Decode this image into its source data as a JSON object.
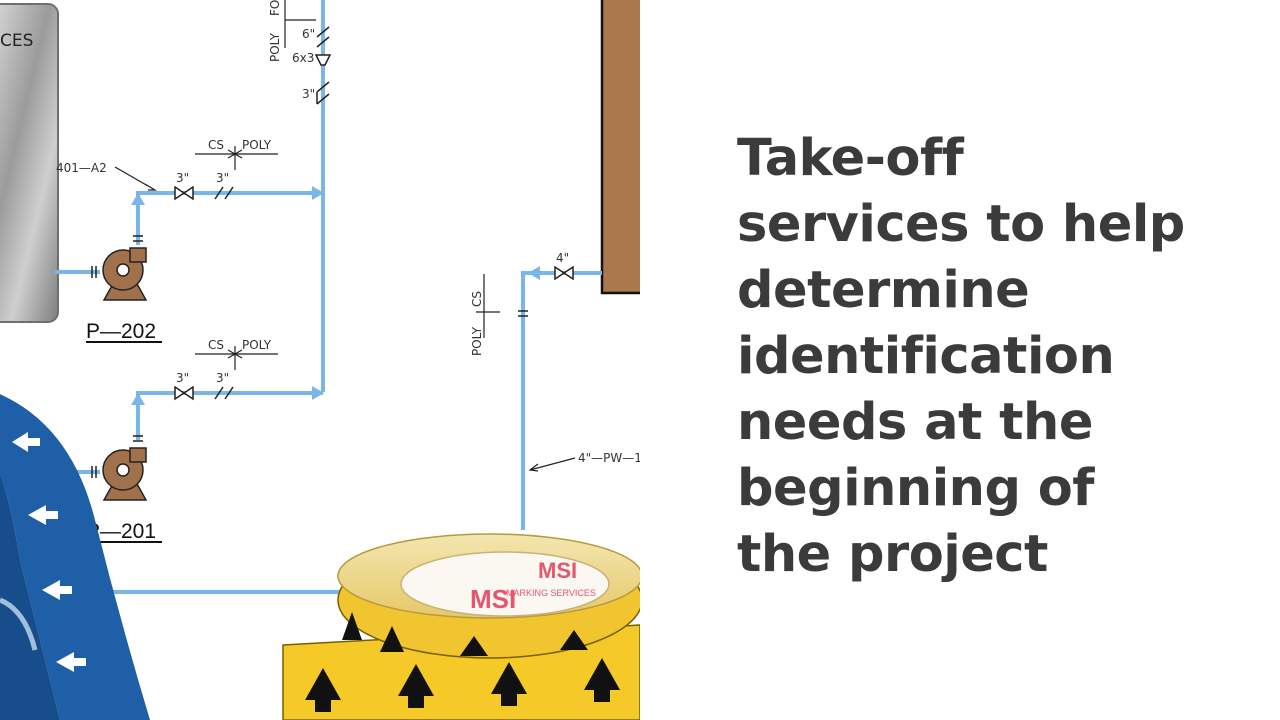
{
  "headline": {
    "lines": [
      "Take-off",
      "services to help",
      "determine",
      "identification",
      "needs at the",
      "beginning of",
      "the project"
    ]
  },
  "illustration": {
    "sign_text": "CES",
    "pumps": [
      {
        "label": "P—202"
      },
      {
        "label": "P—201"
      }
    ],
    "material_change_labels": {
      "cs": "CS",
      "poly": "POLY",
      "fo": "FO"
    },
    "pipe_sizes": {
      "three_inch": "3\"",
      "six_inch": "6\"",
      "four_inch": "4\"",
      "reducer": "6x3"
    },
    "line_tags": {
      "upper_left": "401—A2",
      "right": "4\"—PW—1"
    },
    "tape_brand": "MSI",
    "tape_subtext": "MARKING SERVICES",
    "colors": {
      "pipe": "#7ab6ea",
      "pump": "#a0714a",
      "tank": "#a9794d",
      "yellow_tape": "#f5c928",
      "blue_tape": "#1e5fa8",
      "headline": "#3b3b3b"
    }
  }
}
